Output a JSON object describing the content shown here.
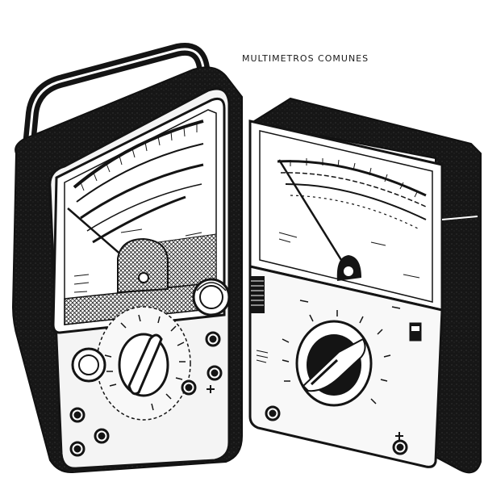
{
  "caption": "MULTIMETROS COMUNES",
  "colors": {
    "ink": "#141414",
    "paper": "#ffffff",
    "panel": "#f4f4f4"
  },
  "illustration": {
    "style": "black-and-white line drawing",
    "objects": [
      "left-analog-multimeter",
      "right-analog-multimeter"
    ]
  }
}
